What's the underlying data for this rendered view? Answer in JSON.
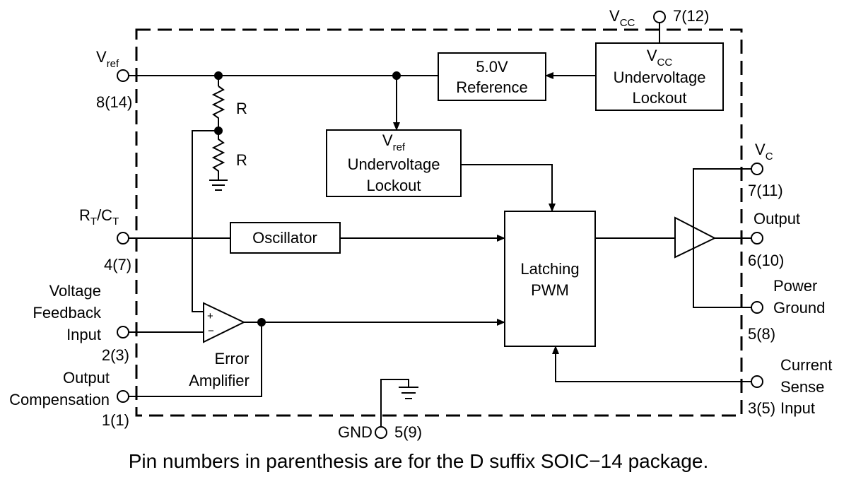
{
  "pins": {
    "vcc": {
      "base": "V",
      "sub": "CC",
      "number": "7(12)"
    },
    "vref": {
      "base": "V",
      "sub": "ref",
      "number": "8(14)"
    },
    "rtct": {
      "r": "R",
      "r_sub": "T",
      "slash": "/C",
      "c_sub": "T",
      "number": "4(7)"
    },
    "voltage_feedback": {
      "lines": [
        "Voltage",
        "Feedback",
        "Input"
      ],
      "number": "2(3)"
    },
    "output_compensation": {
      "lines": [
        "Output",
        "Compensation"
      ],
      "number": "1(1)"
    },
    "gnd": {
      "label": "GND",
      "number": "5(9)"
    },
    "vc": {
      "base": "V",
      "sub": "C",
      "number": "7(11)"
    },
    "output": {
      "label": "Output",
      "number": "6(10)"
    },
    "power_ground": {
      "lines": [
        "Power",
        "Ground"
      ],
      "number": "5(8)"
    },
    "current_sense": {
      "lines": [
        "Current",
        "Sense",
        "Input"
      ],
      "number": "3(5)"
    }
  },
  "blocks": {
    "reference": {
      "lines": [
        "5.0V",
        "Reference"
      ]
    },
    "vcc_uvlo": {
      "title_base": "V",
      "title_sub": "CC",
      "lines": [
        "Undervoltage",
        "Lockout"
      ]
    },
    "vref_uvlo": {
      "title_base": "V",
      "title_sub": "ref",
      "lines": [
        "Undervoltage",
        "Lockout"
      ]
    },
    "oscillator": {
      "label": "Oscillator"
    },
    "latching_pwm": {
      "lines": [
        "Latching",
        "PWM"
      ]
    },
    "error_amplifier": {
      "lines": [
        "Error",
        "Amplifier"
      ],
      "plus": "+",
      "minus": "−"
    }
  },
  "resistors": {
    "upper": "R",
    "lower": "R"
  },
  "caption": "Pin numbers in parenthesis are for the D suffix SOIC−14 package."
}
